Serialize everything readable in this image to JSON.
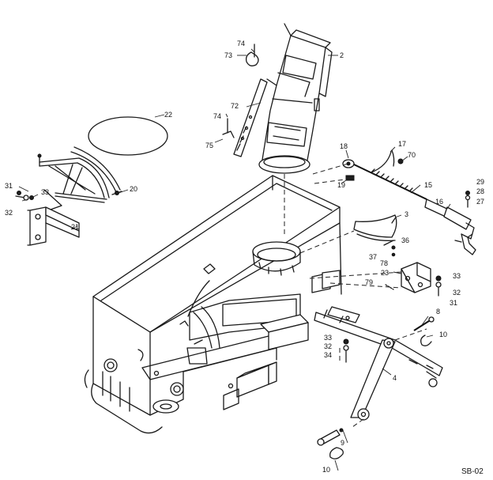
{
  "diagram": {
    "code": "SB-02",
    "callouts": {
      "c2": "2",
      "c3": "3",
      "c4": "4",
      "c8": "8",
      "c9": "9",
      "c10a": "10",
      "c10b": "10",
      "c15": "15",
      "c16": "16",
      "c17": "17",
      "c18": "18",
      "c19": "19",
      "c20": "20",
      "c21": "21",
      "c22": "22",
      "c23": "23",
      "c27": "27",
      "c28": "28",
      "c29": "29",
      "c31a": "31",
      "c31b": "31",
      "c32a": "32",
      "c32b": "32",
      "c32c": "32",
      "c33a": "33",
      "c33b": "33",
      "c33c": "33",
      "c34": "34",
      "c36": "36",
      "c37": "37",
      "c70": "70",
      "c72": "72",
      "c73": "73",
      "c74a": "74",
      "c74b": "74",
      "c75": "75",
      "c78": "78",
      "c79": "79"
    }
  }
}
